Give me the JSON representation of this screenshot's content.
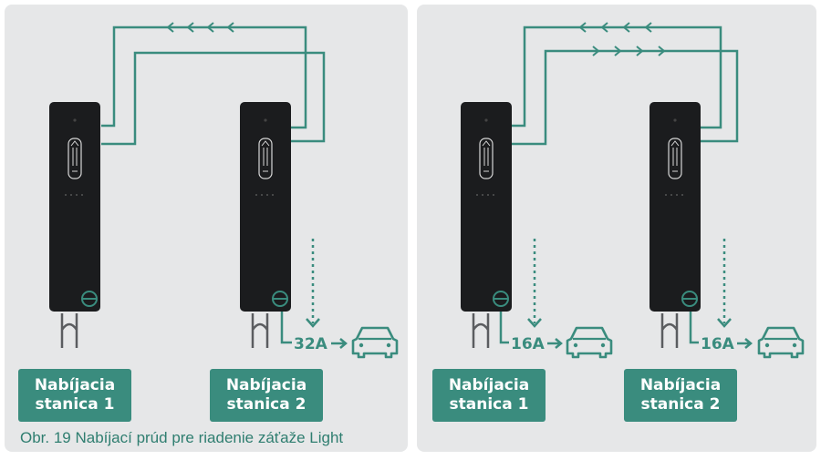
{
  "colors": {
    "accent": "#3a8c7e",
    "charger_body": "#1b1c1e",
    "background": "#e6e7e8"
  },
  "panels": [
    {
      "stations": [
        {
          "line1": "Nabíjacia",
          "line2": "stanica 1"
        },
        {
          "line1": "Nabíjacia",
          "line2": "stanica 2"
        }
      ],
      "current_labels": [
        "32A"
      ]
    },
    {
      "stations": [
        {
          "line1": "Nabíjacia",
          "line2": "stanica 1"
        },
        {
          "line1": "Nabíjacia",
          "line2": "stanica 2"
        }
      ],
      "current_labels": [
        "16A",
        "16A"
      ]
    }
  ],
  "icons": [
    "charger-icon",
    "car-icon",
    "arrow-icon"
  ],
  "caption": "Obr. 19 Nabíjací prúd pre riadenie záťaže Light"
}
